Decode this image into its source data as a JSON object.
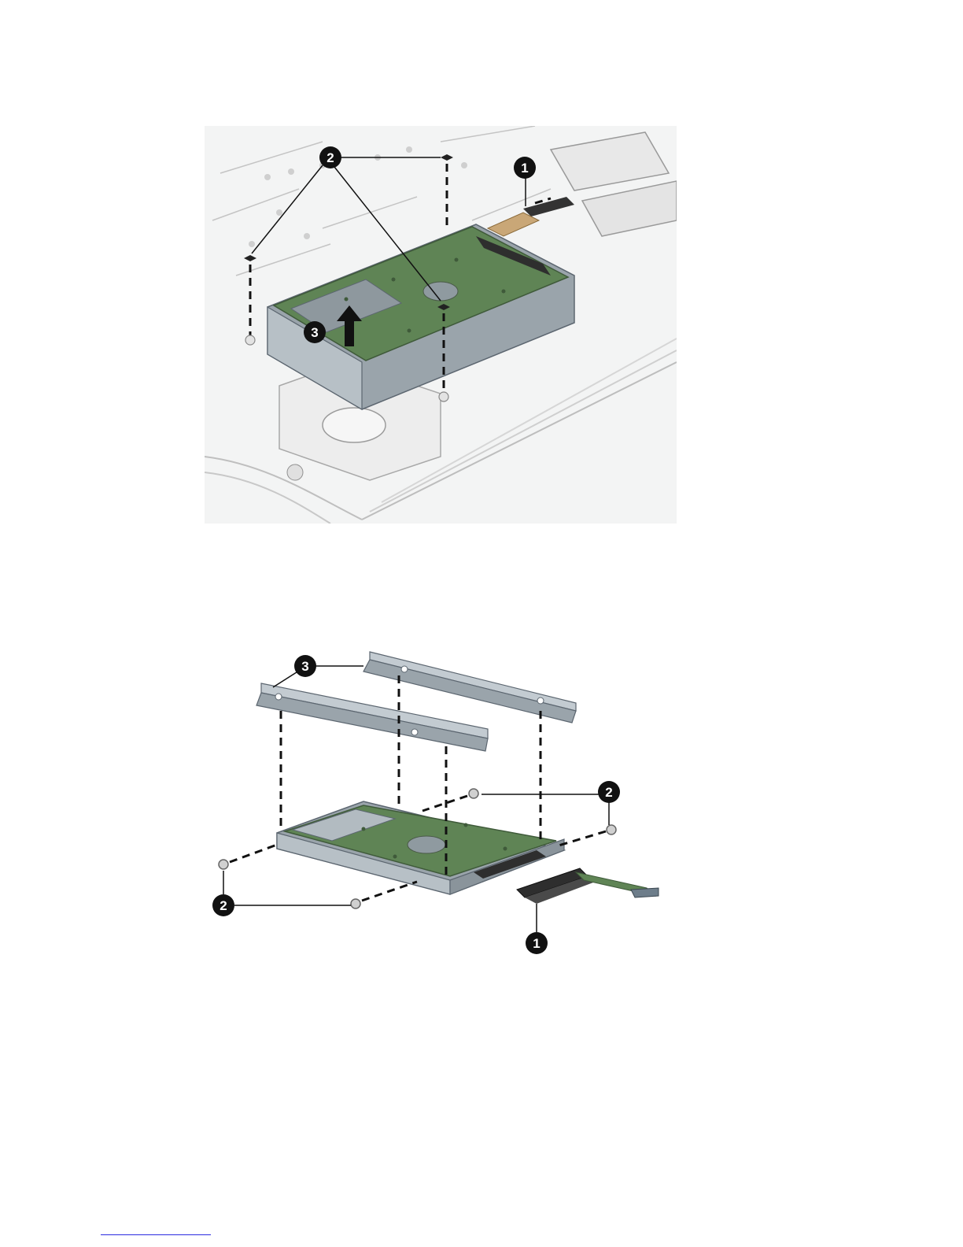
{
  "figures": [
    {
      "callouts": {
        "c1": "1",
        "c2": "2",
        "c3": "3"
      }
    },
    {
      "callouts": {
        "c1": "1",
        "c2a": "2",
        "c2b": "2",
        "c3": "3"
      }
    }
  ],
  "footer": {
    "link_text": ""
  },
  "colors": {
    "board_green": "#5f8455",
    "bracket_gray": "#aab3ba",
    "callout_black": "#111111"
  }
}
